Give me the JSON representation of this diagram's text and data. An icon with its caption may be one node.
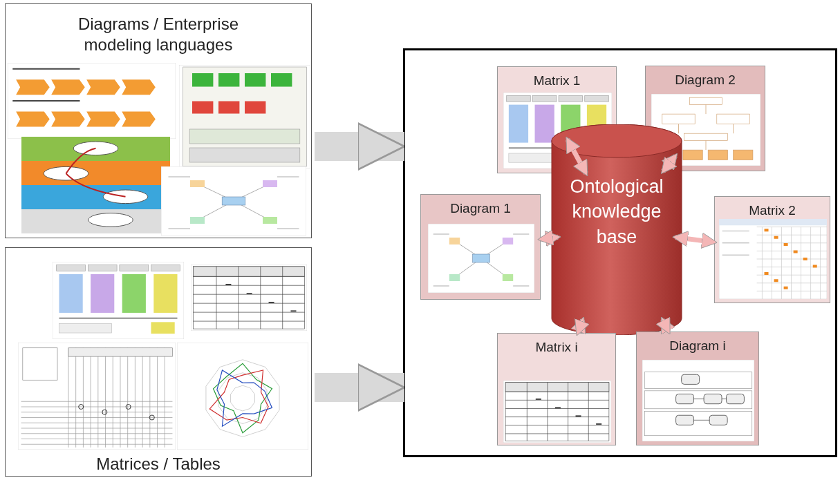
{
  "diagram": {
    "nodes": [
      {
        "text": [
          "Diagrams / Enterprise modeling languages"
        ]
      },
      {
        "text": [
          "Matrices / Tables"
        ]
      },
      {
        "text": [],
        "shape": "box"
      },
      {
        "text": [
          "Matrix 1"
        ],
        "in": 2
      },
      {
        "text": [
          "Diagram 2"
        ],
        "in": 2
      },
      {
        "text": [
          "Diagram 1"
        ],
        "in": 2
      },
      {
        "text": [
          "Ontological knowledge base"
        ],
        "in": 2
      },
      {
        "text": [
          "Matrix 2"
        ],
        "in": 2
      },
      {
        "text": [
          "Matrix i"
        ],
        "in": 2
      },
      {
        "text": [
          "Diagram i"
        ],
        "in": 2
      }
    ],
    "edges": [
      {
        "from": 0,
        "to": 2,
        "arrow": "to",
        "style": "thick",
        "color": "#d9d9d9"
      },
      {
        "from": 1,
        "to": 2,
        "arrow": "to",
        "style": "thick",
        "color": "#d9d9d9"
      },
      {
        "from": 6,
        "to": 3,
        "arrow": "both"
      },
      {
        "from": 6,
        "to": 4,
        "arrow": "both"
      },
      {
        "from": 6,
        "to": 5,
        "arrow": "both"
      },
      {
        "from": 6,
        "to": 7,
        "arrow": "both"
      },
      {
        "from": 6,
        "to": 8,
        "arrow": "both"
      },
      {
        "from": 6,
        "to": 9,
        "arrow": "both"
      }
    ]
  }
}
